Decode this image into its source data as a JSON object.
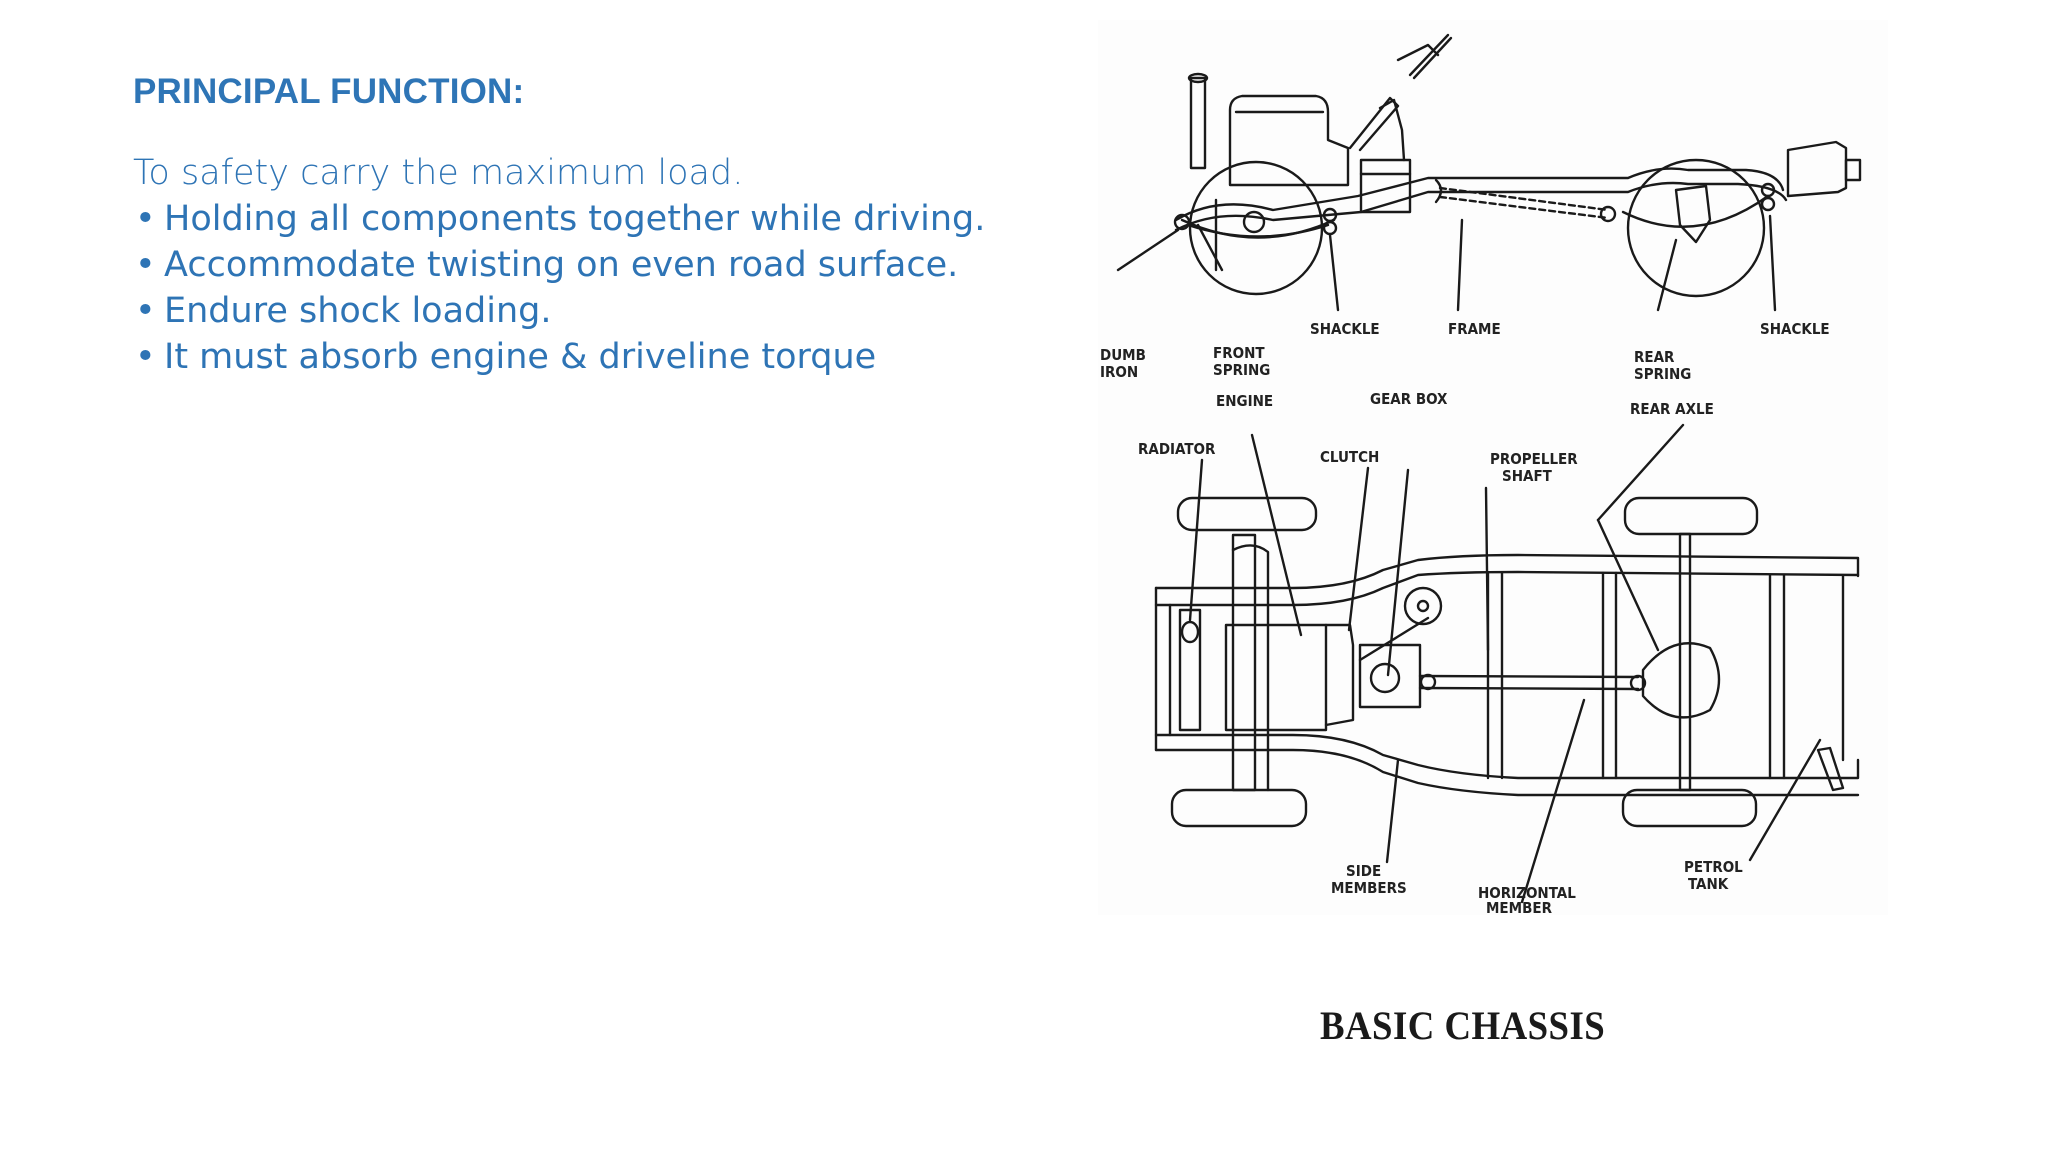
{
  "heading": "PRINCIPAL FUNCTION:",
  "intro": "To safety carry the maximum load.",
  "bullets": [
    "Holding all components together while driving.",
    "Accommodate twisting on even road surface.",
    "Endure shock loading.",
    "It must absorb engine & driveline torque"
  ],
  "figure": {
    "caption": "BASIC CHASSIS",
    "side_labels": {
      "dumb_iron_1": "DUMB",
      "dumb_iron_2": "IRON",
      "front_spring_1": "FRONT",
      "front_spring_2": "SPRING",
      "shackle_front": "SHACKLE",
      "frame": "FRAME",
      "rear_spring_1": "REAR",
      "rear_spring_2": "SPRING",
      "shackle_rear": "SHACKLE"
    },
    "top_labels": {
      "engine": "ENGINE",
      "gear_box": "GEAR BOX",
      "rear_axle": "REAR AXLE",
      "radiator": "RADIATOR",
      "clutch": "CLUTCH",
      "propeller_1": "PROPELLER",
      "propeller_2": "SHAFT",
      "side_members_1": "SIDE",
      "side_members_2": "MEMBERS",
      "horizontal_1": "HORIZONTAL",
      "horizontal_2": "MEMBER",
      "petrol_1": "PETROL",
      "petrol_2": "TANK"
    }
  }
}
